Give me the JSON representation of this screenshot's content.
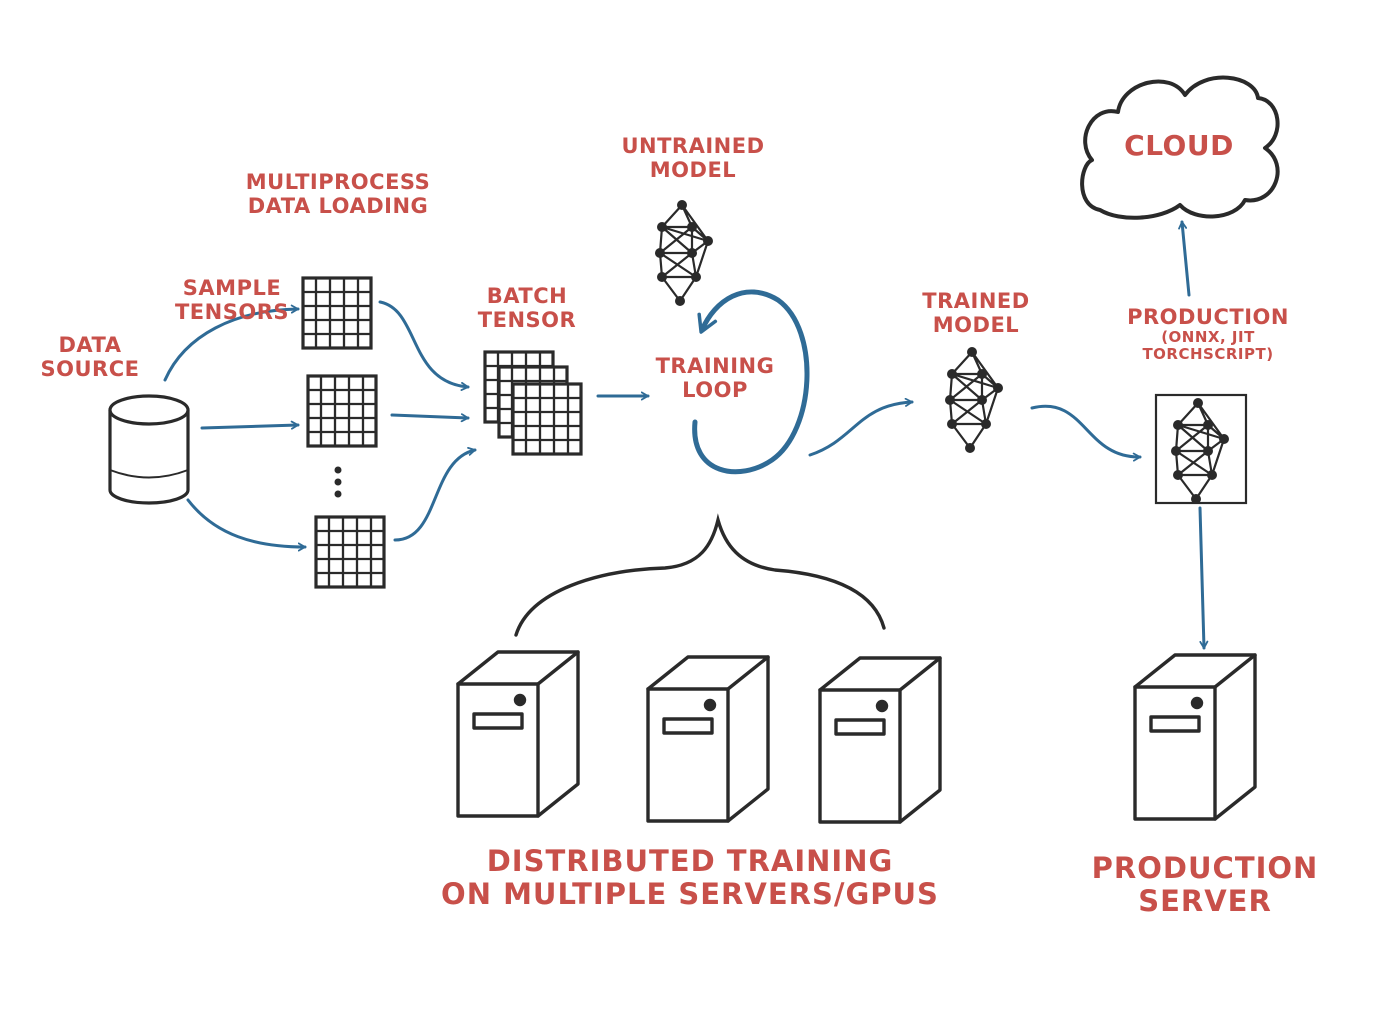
{
  "colors": {
    "label": "#c8504a",
    "arrow": "#2f6b96",
    "ink": "#2a2a2a",
    "background": "#ffffff"
  },
  "labels": {
    "data_source": [
      "DATA",
      "SOURCE"
    ],
    "sample_tensors": [
      "SAMPLE",
      "TENSORS"
    ],
    "multiprocess": [
      "MULTIPROCESS",
      "DATA LOADING"
    ],
    "batch_tensor": [
      "BATCH",
      "TENSOR"
    ],
    "untrained_model": [
      "UNTRAINED",
      "MODEL"
    ],
    "training_loop": [
      "TRAINING",
      "LOOP"
    ],
    "trained_model": [
      "TRAINED",
      "MODEL"
    ],
    "production": [
      "PRODUCTION",
      "(ONNX, JIT",
      "TORCHSCRIPT)"
    ],
    "cloud": "CLOUD",
    "distributed": [
      "DISTRIBUTED TRAINING",
      "ON MULTIPLE SERVERS/GPUs"
    ],
    "production_server": [
      "PRODUCTION",
      "SERVER"
    ]
  },
  "icons": {
    "data_source": "database-cylinder-icon",
    "tensor": "grid-tensor-icon",
    "batch": "stacked-tensors-icon",
    "model": "neural-network-icon",
    "loop": "circular-loop-arrow-icon",
    "cloud": "cloud-icon",
    "server": "server-tower-icon",
    "ellipsis": "vertical-ellipsis-icon"
  }
}
